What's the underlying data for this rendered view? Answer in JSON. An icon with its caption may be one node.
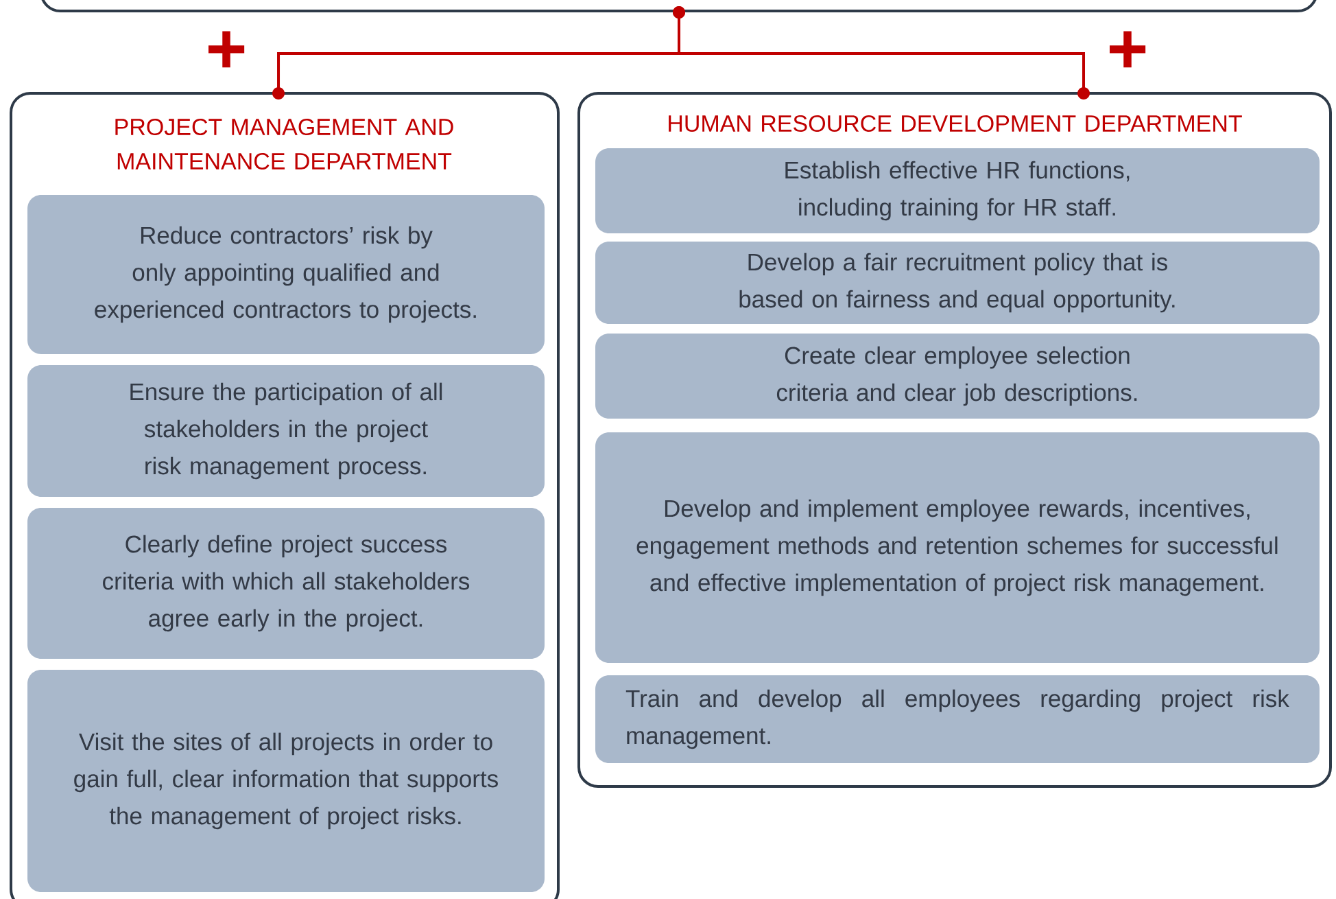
{
  "diagram": {
    "nodes": [
      {
        "text": [],
        "shape": "box"
      },
      {
        "text": [
          "PROJECT MANAGEMENT AND MAINTENANCE DEPARTMENT"
        ]
      },
      {
        "text": [
          "Reduce contractors’ risk by only appointing qualified and experienced contractors to projects."
        ],
        "in": 1
      },
      {
        "text": [
          "Ensure the participation of all stakeholders in the project risk management process."
        ],
        "in": 1
      },
      {
        "text": [
          "Clearly define project success criteria with which all stakeholders agree early in the project."
        ],
        "in": 1
      },
      {
        "text": [
          "Visit the sites of all projects in order to gain full, clear information that supports the management of project risks."
        ],
        "in": 1
      },
      {
        "text": [
          "HUMAN RESOURCE DEVELOPMENT DEPARTMENT"
        ]
      },
      {
        "text": [
          "Establish effective HR functions, including training for HR staff."
        ],
        "in": 6
      },
      {
        "text": [
          "Develop a fair recruitment policy that is based on fairness and equal opportunity."
        ],
        "in": 6
      },
      {
        "text": [
          "Create clear employee selection criteria and clear job descriptions."
        ],
        "in": 6
      },
      {
        "text": [
          "Develop and implement employee rewards, incentives, engagement methods and retention schemes for successful and effective implementation of project risk management."
        ],
        "in": 6
      },
      {
        "text": [
          "Train and develop all employees regarding project risk management."
        ],
        "in": 6
      }
    ],
    "edges": [
      {
        "from": 0,
        "to": 1,
        "arrow": "other"
      },
      {
        "from": 0,
        "to": 6,
        "arrow": "other"
      }
    ],
    "labels": [
      "+",
      "+"
    ]
  }
}
